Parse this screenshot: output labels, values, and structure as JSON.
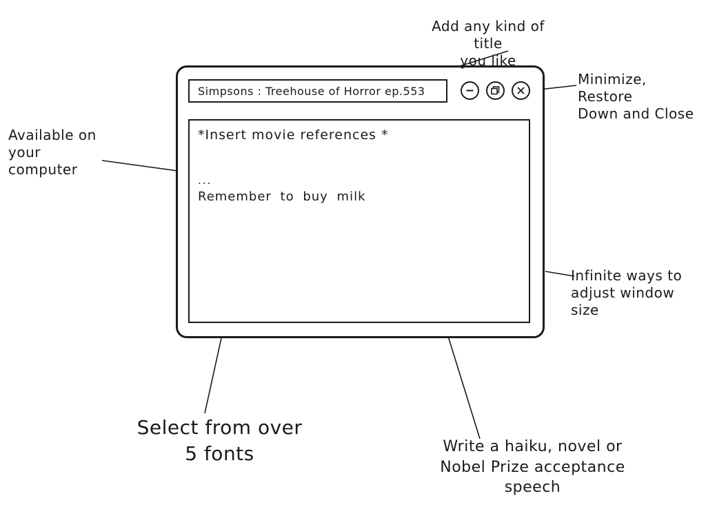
{
  "window": {
    "title": "Simpsons : Treehouse of Horror ep.553",
    "controls": {
      "minimize_icon": "minimize-icon",
      "restore_icon": "restore-down-icon",
      "close_icon": "close-icon"
    },
    "editor": {
      "line1": "*Insert movie references *",
      "line2": "...",
      "line3": "Remember to buy milk"
    }
  },
  "annotations": {
    "title_note": {
      "line1": "Add any kind of title",
      "line2": "you like"
    },
    "controls_note": {
      "line1": "Minimize, Restore",
      "line2": "Down and Close"
    },
    "computer_note": {
      "line1": "Available on your",
      "line2": "computer"
    },
    "resize_note": {
      "line1": "Infinite ways to",
      "line2": "adjust window size"
    },
    "fonts_note": {
      "line1": "Select from over",
      "line2": "5 fonts"
    },
    "haiku_note": {
      "line1": "Write a haiku, novel or",
      "line2": "Nobel Prize acceptance",
      "line3": "speech"
    }
  },
  "colors": {
    "ink": "#1a1a1a",
    "background": "#ffffff"
  }
}
